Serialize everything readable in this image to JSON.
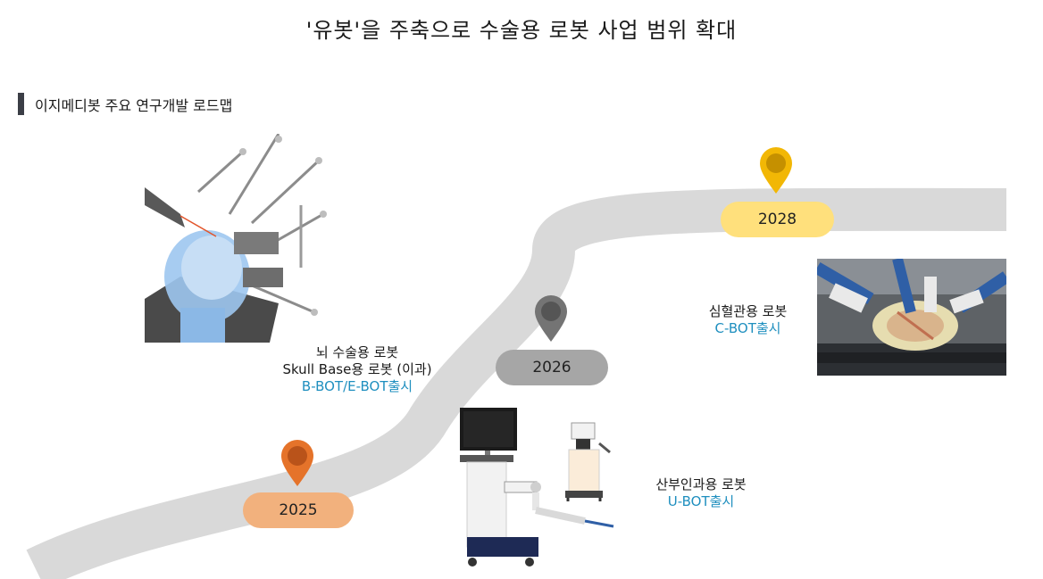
{
  "title": "'유봇'을 주축으로 수술용 로봇 사업 범위 확대",
  "subheading": "이지메디봇 주요 연구개발 로드맵",
  "milestones": [
    {
      "year": "2025",
      "line1": "뇌 수술용 로봇",
      "line2": "Skull Base용 로봇 (이과)",
      "product": "B-BOT/E-BOT출시",
      "color": "#f2b17d",
      "pin_color": "#e5732a"
    },
    {
      "year": "2026",
      "line1": "산부인과용 로봇",
      "product": "U-BOT출시",
      "color": "#a6a6a6",
      "pin_color": "#747474"
    },
    {
      "year": "2028",
      "line1": "심혈관용 로봇",
      "product": "C-BOT출시",
      "color": "#ffe07c",
      "pin_color": "#f2b705"
    }
  ],
  "colors": {
    "road": "#d9d9d9",
    "accent": "#1f8fbf"
  },
  "icons": [
    "location-pin-icon"
  ]
}
